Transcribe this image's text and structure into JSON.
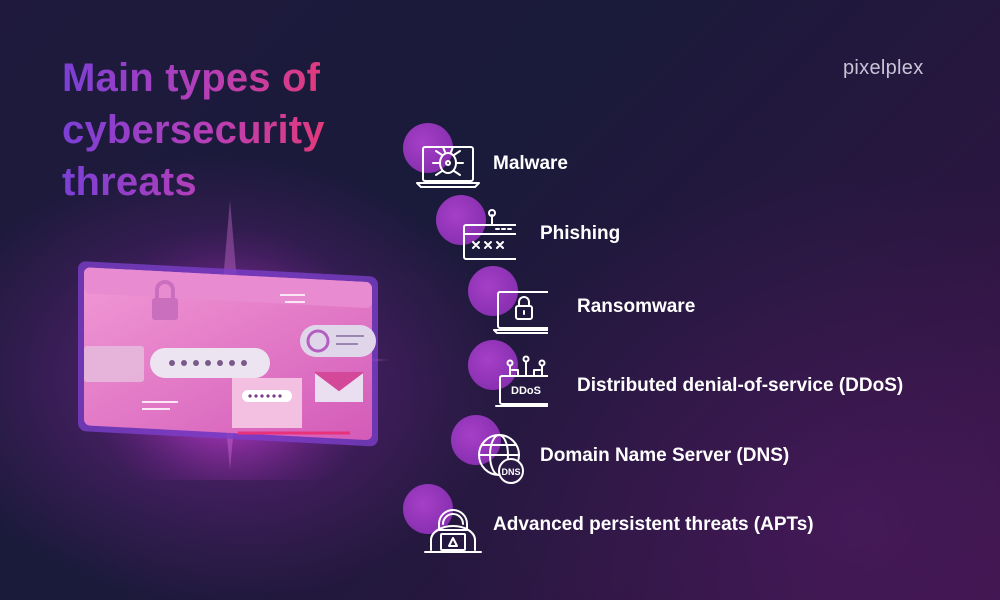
{
  "title": {
    "line1": "Main types of",
    "line2": "cybersecurity",
    "line3": "threats"
  },
  "brand": "pixelplex",
  "threats": [
    {
      "label": "Malware",
      "icon": "bug-laptop-icon"
    },
    {
      "label": "Phishing",
      "icon": "password-field-hook-icon"
    },
    {
      "label": "Ransomware",
      "icon": "locked-laptop-icon"
    },
    {
      "label": "Distributed denial-of-service (DDoS)",
      "icon": "ddos-network-icon",
      "icon_text": "DDoS"
    },
    {
      "label": "Domain Name Server (DNS)",
      "icon": "dns-globe-icon",
      "icon_text": "DNS"
    },
    {
      "label": "Advanced persistent threats (APTs)",
      "icon": "hacker-laptop-icon"
    }
  ],
  "colors": {
    "title_start": "#7b3fd6",
    "title_end": "#e23a7b",
    "accent": "#a53fc7",
    "text": "#ffffff"
  }
}
